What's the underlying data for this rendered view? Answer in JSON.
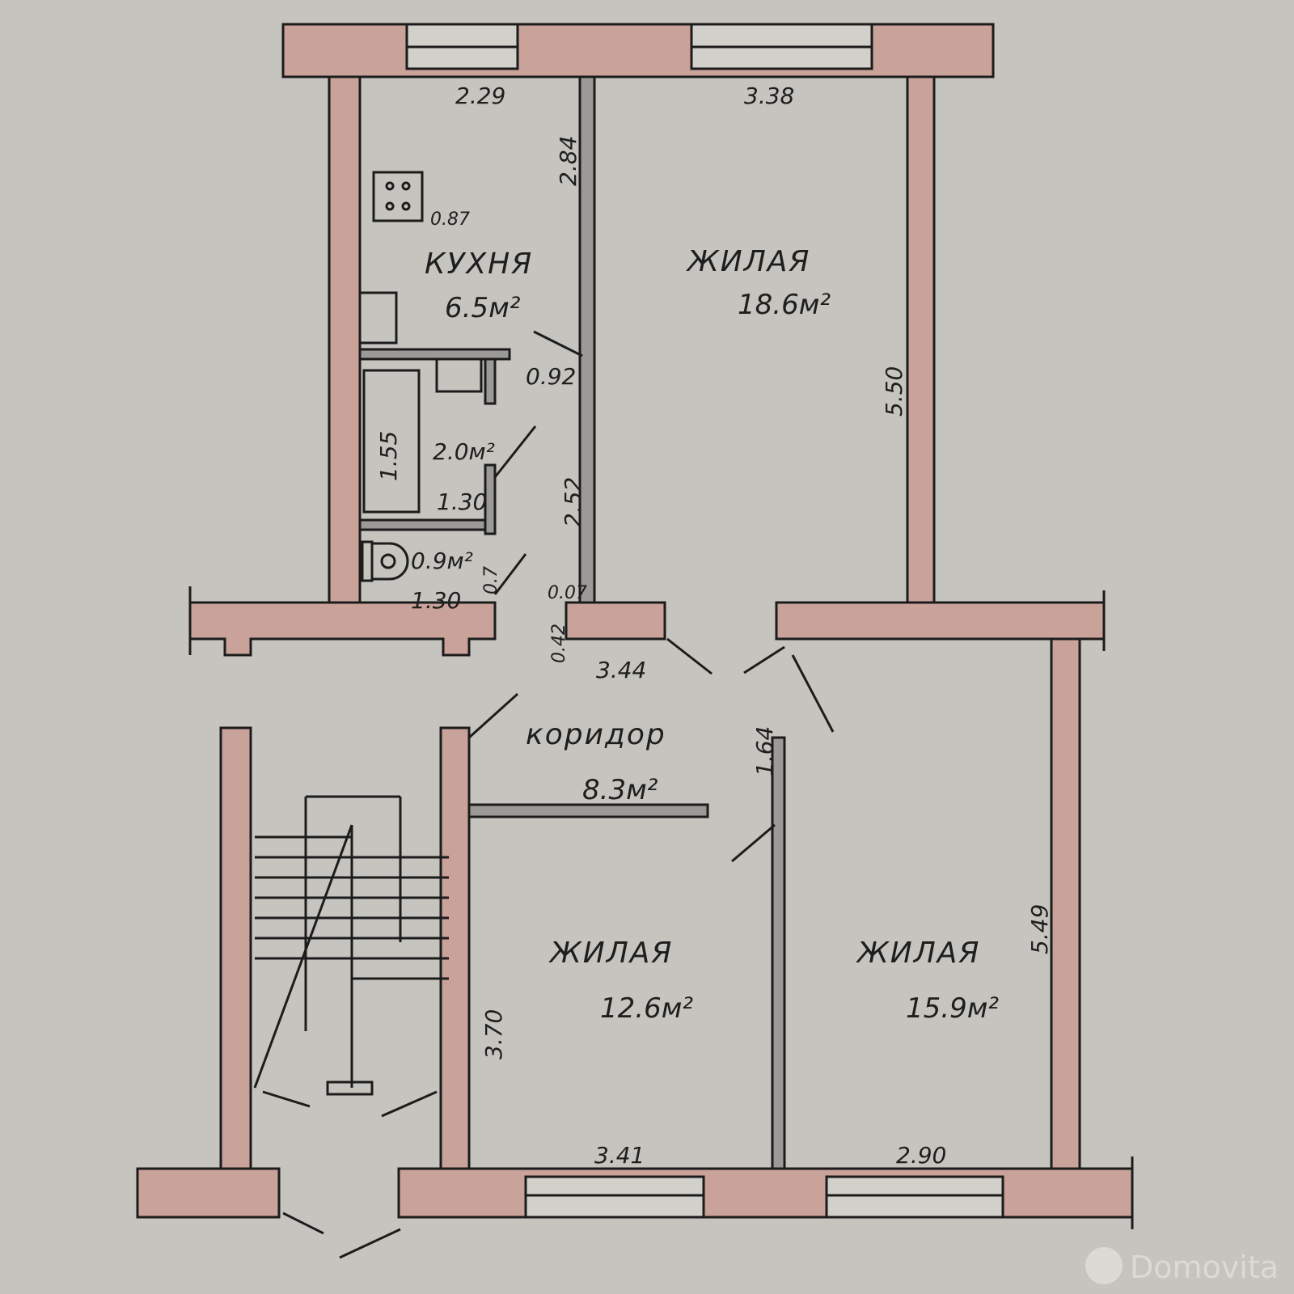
{
  "rooms": {
    "kitchen": {
      "name": "КУХНЯ",
      "area": "6.5м²"
    },
    "living_top": {
      "name": "ЖИЛАЯ",
      "area": "18.6м²"
    },
    "bath": {
      "area": "2.0м²"
    },
    "toilet": {
      "area": "0.9м²"
    },
    "corridor": {
      "name": "коридор",
      "area": "8.3м²"
    },
    "living_mid": {
      "name": "ЖИЛАЯ",
      "area": "12.6м²"
    },
    "living_right": {
      "name": "ЖИЛАЯ",
      "area": "15.9м²"
    }
  },
  "dimensions": {
    "kitchen_width": "2.29",
    "living_top_width": "3.38",
    "kitchen_depth": "2.84",
    "stove": "0.87",
    "door_kitchen": "0.92",
    "living_top_depth": "5.50",
    "bath_length": "1.55",
    "bath_width": "1.30",
    "corridor_side": "2.52",
    "toilet_width": "1.30",
    "toilet_door": "0.7",
    "wall_offset": "0.07",
    "wall_thickness": "0.42",
    "corridor_width": "3.44",
    "corridor_depth": "1.64",
    "living_mid_depth": "3.70",
    "living_right_depth": "5.49",
    "living_mid_width": "3.41",
    "living_right_width": "2.90"
  },
  "watermark": "Domovita"
}
